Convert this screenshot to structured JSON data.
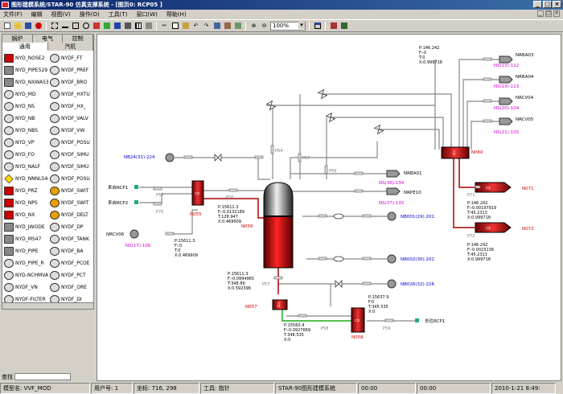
{
  "title": "图形建模系统/STAR-90 仿真支撑系统 - [图页0: RCP05 ]",
  "menu": [
    "文件(F)",
    "编辑",
    "视图(V)",
    "操作(O)",
    "工具(T)",
    "窗口(W)",
    "帮助(H)"
  ],
  "zoom": "100%",
  "tabs_row1": [
    "锅炉",
    "电气",
    "控制"
  ],
  "tabs_row2": [
    "通用",
    "汽机"
  ],
  "components": [
    [
      "NYD_NOSE2",
      "NYDF_FT"
    ],
    [
      "NYD_PIPE529",
      "NYDF_PREF"
    ],
    [
      "NYD_NXWA530",
      "NYDF_BRO"
    ],
    [
      "NYD_MD",
      "NYDF_HXTU"
    ],
    [
      "NYD_NS",
      "NYDF_HX_"
    ],
    [
      "NYD_NB",
      "NYDF_VALV"
    ],
    [
      "NYD_NBS",
      "NYDF_VW"
    ],
    [
      "NYD_VP",
      "NYDF_POSU"
    ],
    [
      "NYD_FO",
      "NYDF_SIMU"
    ],
    [
      "NYD_NALF",
      "NYDF_SIMU"
    ],
    [
      "NYD_NNNL540",
      "NYDF_POSU"
    ],
    [
      "NYD_PRZ",
      "NYDF_SWIT"
    ],
    [
      "NYD_NPS",
      "NYDF_SWIT"
    ],
    [
      "NYD_NX",
      "NYDF_DELT"
    ],
    [
      "NYD_JWODE",
      "NYDF_DP"
    ],
    [
      "NYD_MS47",
      "NYDF_TANK"
    ],
    [
      "NYD_PIPE",
      "NYDF_BA"
    ],
    [
      "NYD_PIPE_R",
      "NYDF_PCOE"
    ],
    [
      "NYD-NCHMVALVE",
      "NYDF_PCT"
    ],
    [
      "NYDF_VN",
      "NYDF_ORE"
    ],
    [
      "NYDF-FILTER",
      "NYDF_DI"
    ]
  ],
  "finder_label": "查找",
  "status": {
    "model": "模型名: VVF_MOD",
    "user": "用户号: 1",
    "coord": "坐标: 716, 298",
    "tool": "工具: 指针",
    "system": "STAR-90图形建模系统",
    "time1": "00:00",
    "time2": "00:00",
    "date": "2010-1-21 8:49:"
  },
  "diagram": {
    "nodes": {
      "N055": "N055",
      "N056": "N056",
      "N057": "N057",
      "N058": "N058",
      "N060": "N060",
      "N071": "N071",
      "N072": "N072"
    },
    "labels": {
      "rcp1": "来自RCP1",
      "rcp2": "来自RCP2",
      "rcp1_out": "去往RCP1",
      "nb24": "NB24(31):224",
      "nrcv06": "NRCV06",
      "ns17": "NS(17):106",
      "nrba03": "NRBA03",
      "nrba04": "NRBA04",
      "nrcv04": "NRCV04",
      "nrcv05": "NRCV05",
      "ns13": "NS(13):112",
      "ns19": "NS(19):113",
      "ns20": "NS(20):104",
      "ns21": "NS(21):105",
      "nrba01": "NRBA01",
      "ns36": "NS(36):134",
      "nrpe10": "NRPE10",
      "ns37": "NS(37):135",
      "nb001": "NB001(29):201",
      "nb002": "NB002(30):202",
      "nb026": "NB026(32):226"
    },
    "pipes": [
      "P55",
      "P75",
      "P56",
      "P64",
      "P67",
      "P69",
      "P57",
      "P58",
      "P59",
      "P71",
      "P72"
    ],
    "params": {
      "n060": [
        "P:146.242",
        "F:-0",
        "T:0",
        "X:0.999718"
      ],
      "n055": [
        "P:15611.3",
        "F:-0",
        "T:0",
        "X:0.469909"
      ],
      "n056": [
        "P:15611.3",
        "F:-0.0132189",
        "T:128.947",
        "X:0.469909"
      ],
      "n057": [
        "P:15611.3",
        "F:-0.0994965",
        "T:348.89",
        "X:0.592396"
      ],
      "n058a": [
        "P:15637.9",
        "F:0",
        "T:345.535",
        "X:0"
      ],
      "n058b": [
        "P:15560.4",
        "F:-0.0927669",
        "T:348.535",
        "X:0"
      ],
      "n071": [
        "P:146.242",
        "F:-0.00197919",
        "T:45.2313",
        "X:0.999718"
      ],
      "n072": [
        "P:146.242",
        "F:-0.0023136",
        "T:45.2313",
        "X:0.999718"
      ]
    }
  }
}
